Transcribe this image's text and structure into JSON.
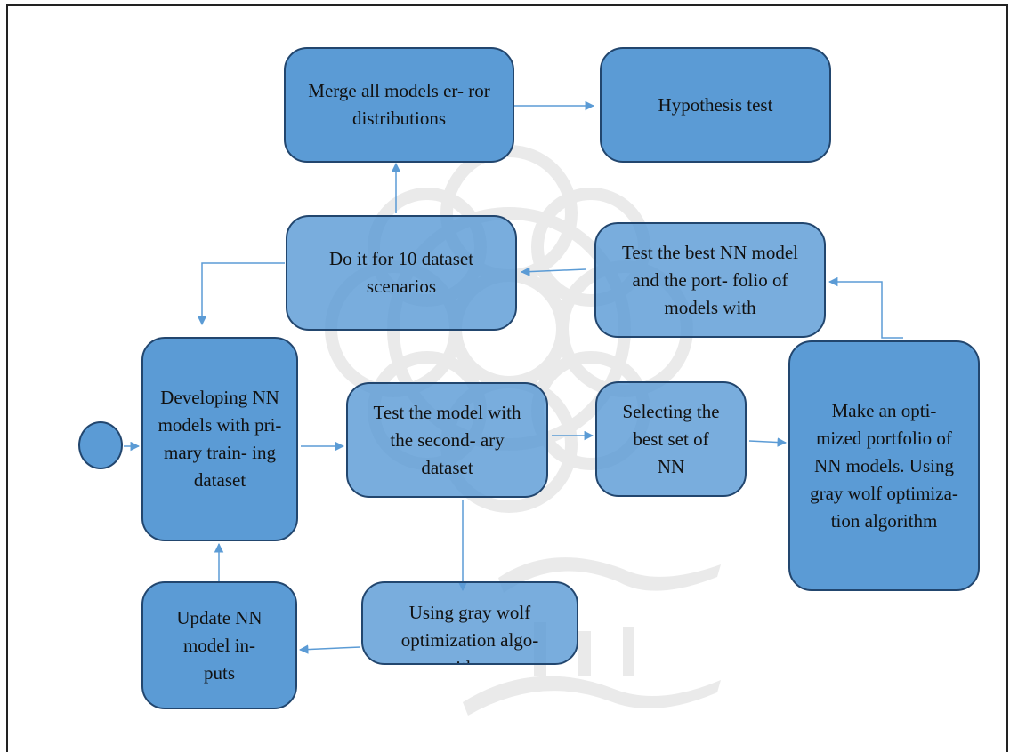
{
  "colors": {
    "box_fill": "#5b9bd5",
    "box_border": "#22466e",
    "arrow": "#5b9bd5",
    "frame": "#222222"
  },
  "nodes": {
    "merge": "Merge all models er- ror distributions",
    "hypothesis": "Hypothesis test",
    "do_it": "Do it for 10 dataset scenarios",
    "test_best": "Test the best NN model and the port- folio of models with",
    "developing": "Developing NN models with pri- mary train- ing dataset",
    "test_model": "Test the model with the second- ary dataset",
    "selecting": "Selecting the best set of NN",
    "portfolio": "Make an opti- mized portfolio of NN models. Using gray wolf optimiza- tion algorithm",
    "using_gwo": "Using gray wolf optimization algo- rithm",
    "update": "Update NN model in- puts"
  },
  "watermark_icon": "rosette-emblem"
}
